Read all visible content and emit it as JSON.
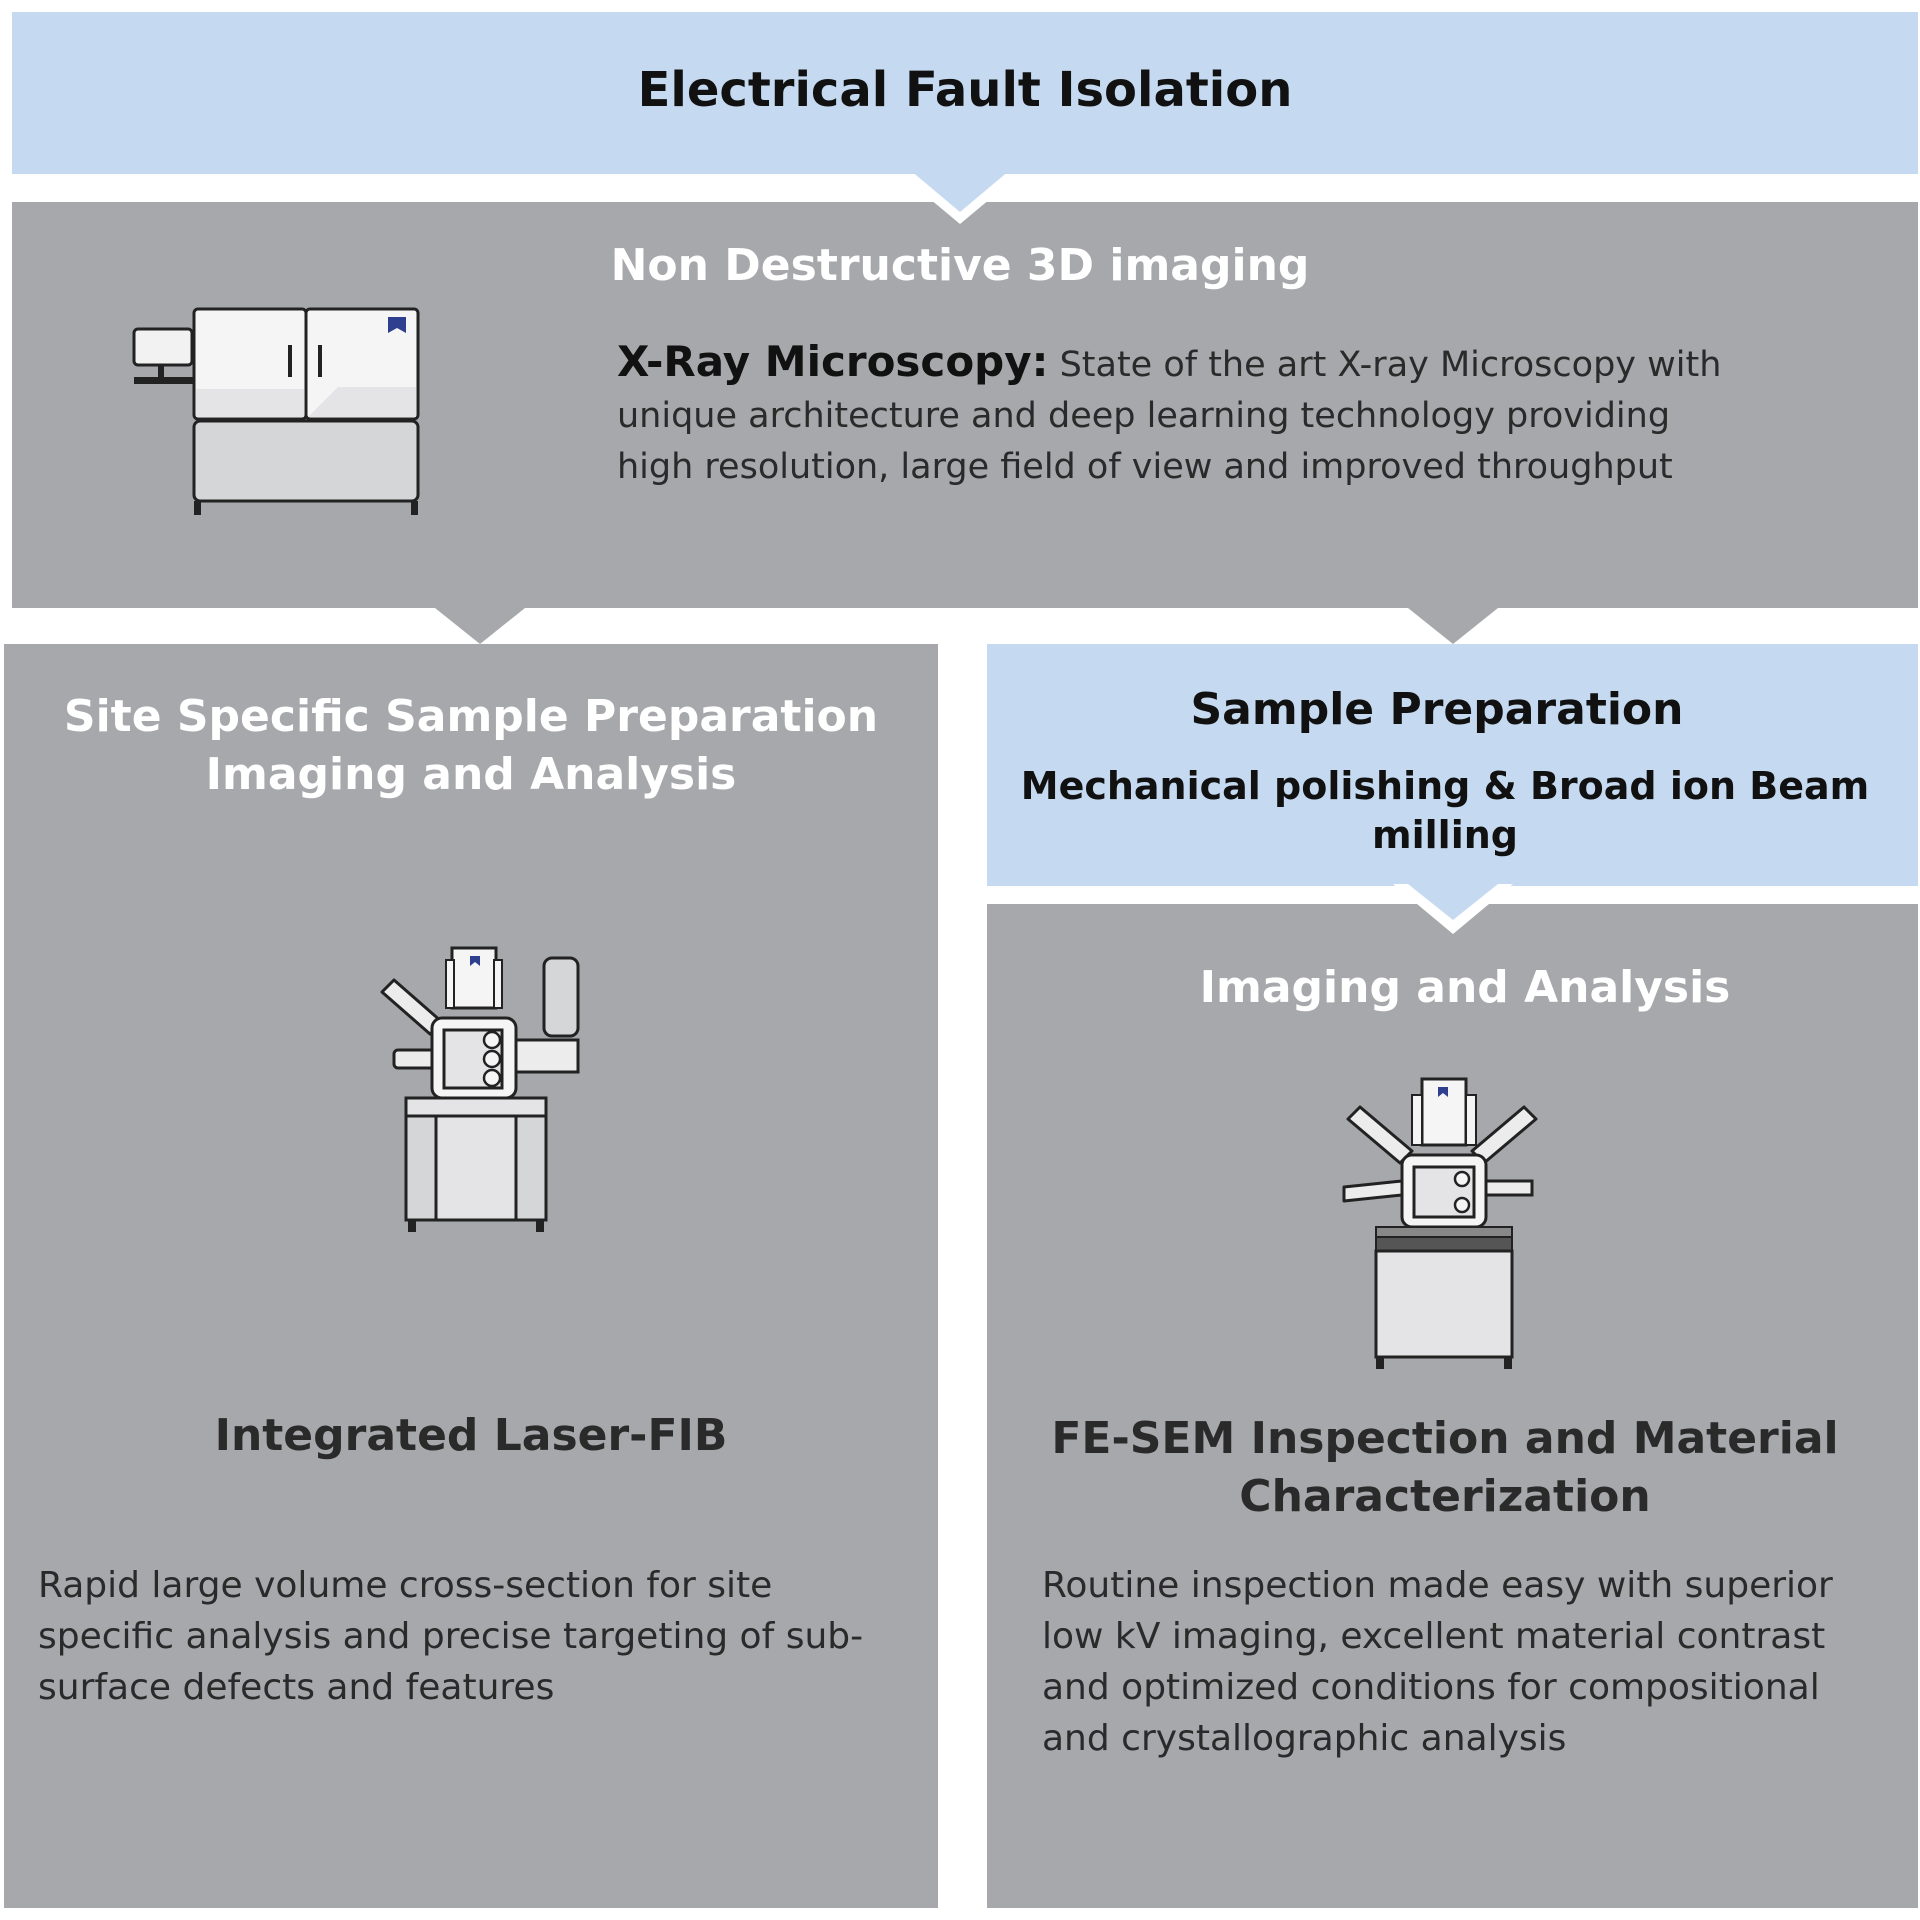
{
  "header": {
    "title": "Electrical Fault Isolation"
  },
  "non_destructive": {
    "title": "Non Destructive 3D imaging",
    "label": "X-Ray Microscopy:",
    "description": " State of the art X-ray Microscopy with unique architecture and deep learning technology providing high resolution, large field of view and improved throughput"
  },
  "site_specific": {
    "title": "Site Specific Sample Preparation Imaging and Analysis",
    "instrument": "Integrated Laser-FIB",
    "description": "Rapid large volume cross-section for site specific analysis and precise targeting of sub-surface defects and features"
  },
  "sample_prep": {
    "title": "Sample Preparation",
    "subtitle": "Mechanical polishing & Broad ion Beam milling"
  },
  "imaging_analysis": {
    "title": "Imaging and Analysis",
    "instrument": "FE-SEM Inspection and Material Characterization",
    "description": "Routine inspection made easy with superior low kV imaging, excellent material contrast and optimized conditions for compositional and crystallographic analysis"
  },
  "colors": {
    "blue_box": "#c5d9f0",
    "gray_box": "#a7a8ab",
    "brand_flag": "#2e3f8f"
  }
}
